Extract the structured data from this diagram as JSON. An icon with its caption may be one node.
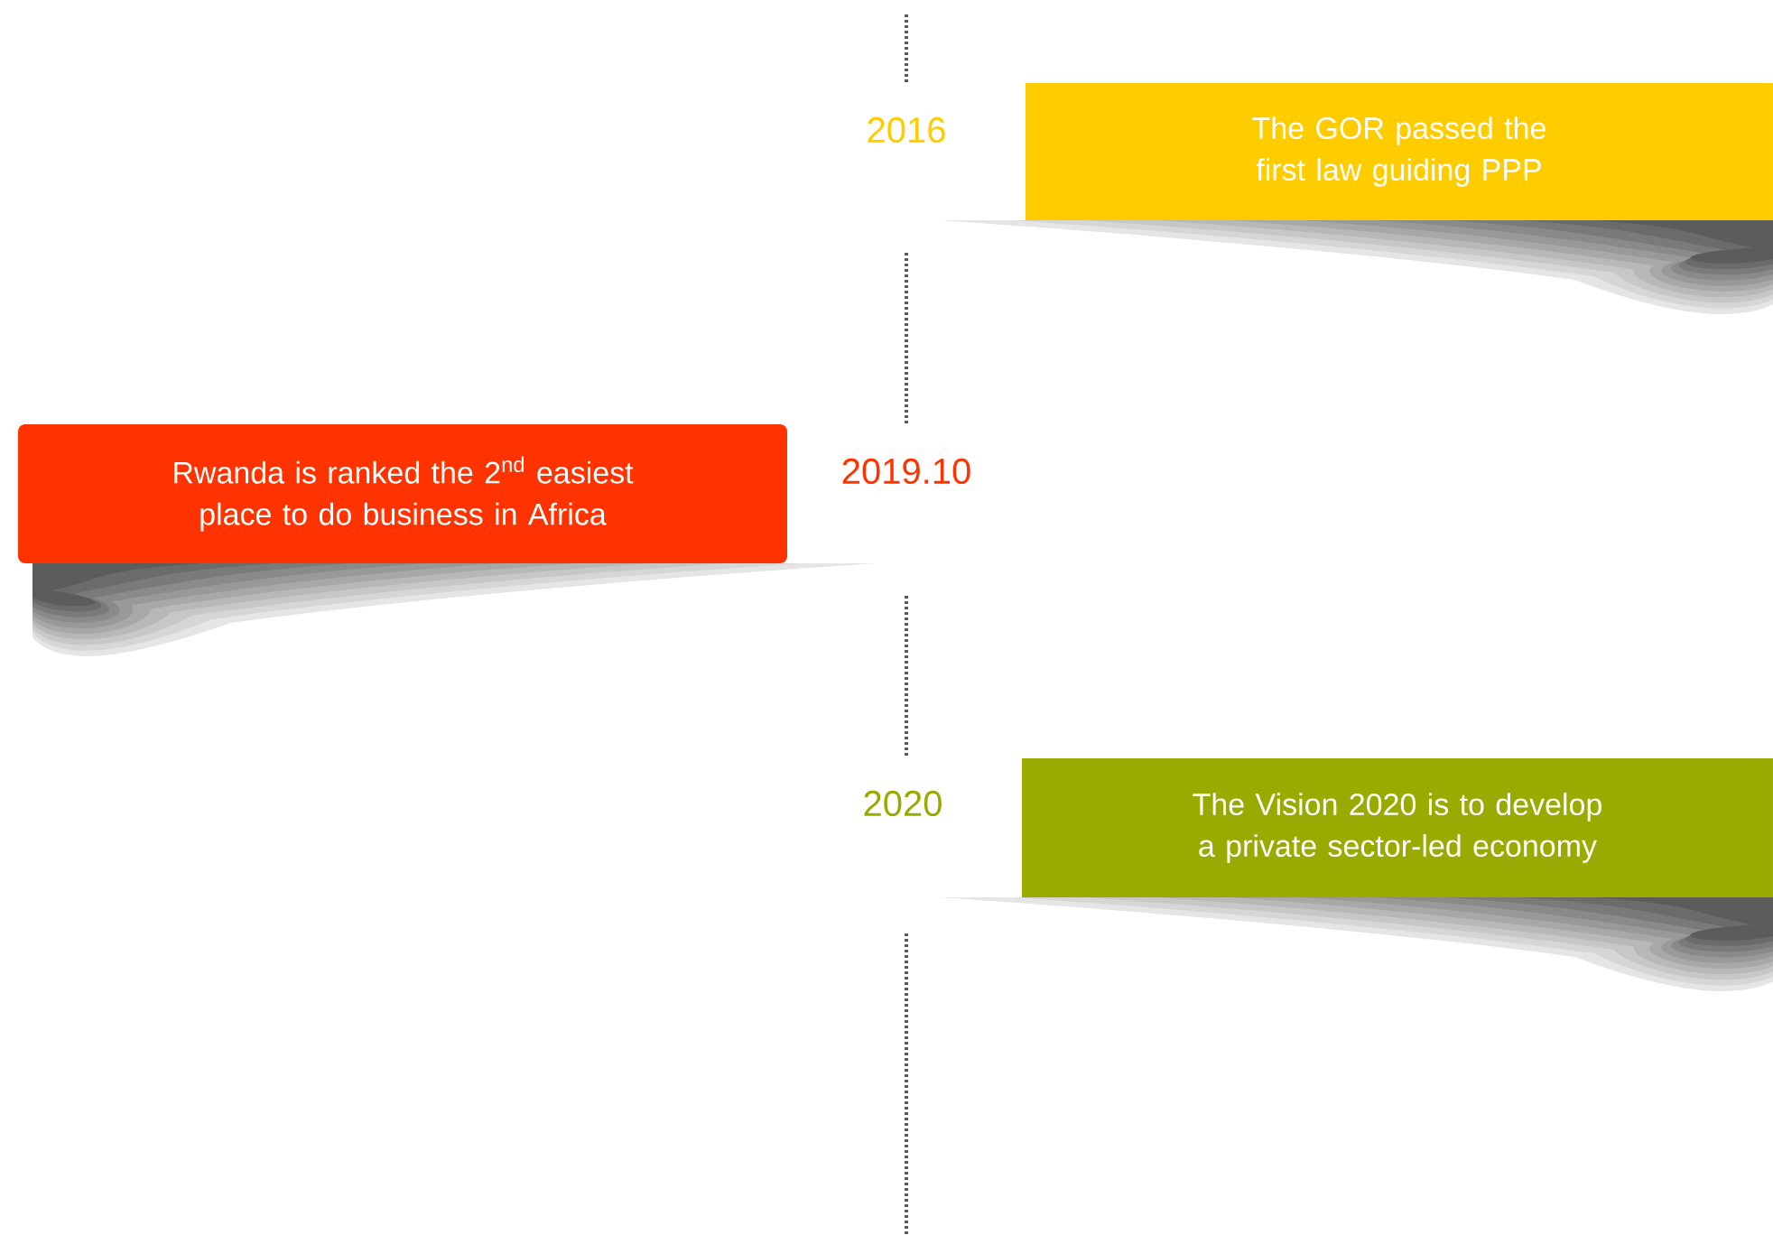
{
  "diagram": {
    "nodes": [
      {
        "text": [
          "The GOR passed the first law guiding PPP"
        ],
        "beside": [
          "2016"
        ]
      },
      {
        "text": [
          "Rwanda is ranked the 2$^{nd}$ easiest place to do business in Africa"
        ],
        "beside": [
          "2019.10"
        ]
      },
      {
        "text": [
          "The Vision 2020 is to develop a private sector-led economy"
        ],
        "beside": [
          "2020"
        ]
      }
    ]
  }
}
